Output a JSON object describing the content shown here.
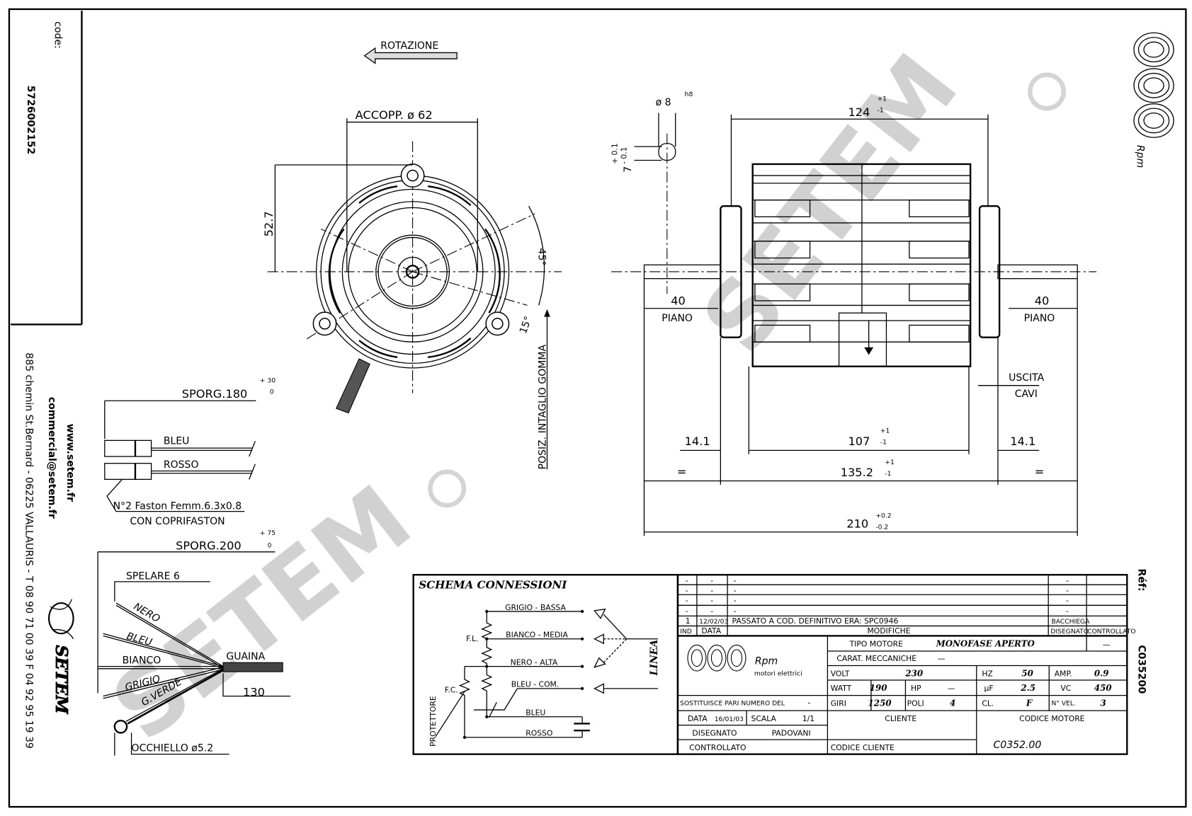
{
  "sidebar": {
    "code_label": "code:",
    "code": "5726002152",
    "website": "www.setem.fr",
    "email": "commercial@setem.fr",
    "address": "885 chemin St.Bernard - 06225 VALLAURIS - T 08 90 71 00 39  F 04 92 95 19 39",
    "brand": "SETEM"
  },
  "right": {
    "logo": "Rpm",
    "ref_label": "Réf:",
    "ref": "C035200"
  },
  "watermark": "SETEM",
  "front_view": {
    "rotation": "ROTAZIONE",
    "coupling": "ACCOPP. ø 62",
    "height": "52.7",
    "angle_1": "45°",
    "angle_2": "15°",
    "notch": "POSIZ. INTAGLIO GOMMA"
  },
  "side_view": {
    "shaft_dia": "ø 8",
    "shaft_tol": "h8",
    "flat": "7",
    "flat_tol_plus": "+ 0.1",
    "flat_tol_minus": "- 0.1",
    "length_124": "124",
    "tol_p1": "+1",
    "tol_m1": "-1",
    "piano_value": "40",
    "piano_label": "PIANO",
    "cable_exit_1": "USCITA",
    "cable_exit_2": "CAVI",
    "d_14_1": "14.1",
    "d_107": "107",
    "d_135_2": "135.2",
    "equal": "=",
    "d_210": "210",
    "tol_p02": "+0.2",
    "tol_m02": "-0.2"
  },
  "wiring": {
    "sporg_180": "SPORG.180",
    "tol_180_plus": "+ 30",
    "tol_180_minus": "0",
    "wire_bleu": "BLEU",
    "wire_rosso": "ROSSO",
    "faston_1": "N°2 Faston Femm.6.3x0.8",
    "faston_2": "CON COPRIFASTON",
    "sporg_200": "SPORG.200",
    "tol_200_plus": "+ 75",
    "tol_200_minus": "0",
    "strip": "SPELARE 6",
    "wire_nero": "NERO",
    "wire_bleu2": "BLEU",
    "wire_bianco": "BIANCO",
    "wire_grigio": "GRIGIO",
    "wire_gverde": "G.VERDE",
    "sheath": "GUAINA",
    "sheath_len": "130",
    "eyelet": "OCCHIELLO ø5.2"
  },
  "schema": {
    "title": "SCHEMA CONNESSIONI",
    "l_grigio": "GRIGIO - BASSA",
    "l_bianco": "BIANCO - MEDIA",
    "l_nero": "NERO - ALTA",
    "l_bleu_com": "BLEU - COM.",
    "l_bleu": "BLEU",
    "l_rosso": "ROSSO",
    "fl": "F.L.",
    "fc": "F.C.",
    "protector": "PROTETTORE",
    "line": "LINEA"
  },
  "title_block": {
    "mods": [
      {
        "ind": "-",
        "data": "-",
        "desc": "-",
        "dis": "-",
        "ctrl": ""
      },
      {
        "ind": "-",
        "data": "-",
        "desc": "-",
        "dis": "-",
        "ctrl": ""
      },
      {
        "ind": "-",
        "data": "-",
        "desc": "-",
        "dis": "-",
        "ctrl": ""
      },
      {
        "ind": "-",
        "data": "-",
        "desc": "-",
        "dis": "-",
        "ctrl": ""
      },
      {
        "ind": "1",
        "data": "12/02/03",
        "desc": "PASSATO A COD. DEFINITIVO ERA: SPC0946",
        "dis": "BACCHIEGA",
        "ctrl": ""
      }
    ],
    "hdr_ind": "IND",
    "hdr_data": "DATA",
    "hdr_mod": "MODIFICHE",
    "hdr_dis": "DISEGNATO",
    "hdr_ctrl": "CONTROLLATO",
    "logo": "Rpm",
    "logo_sub": "motori elettrici",
    "tipo_label": "TIPO MOTORE",
    "tipo": "MONOFASE APERTO",
    "tipo_extra": "—",
    "carat_label": "CARAT. MECCANICHE",
    "carat": "—",
    "volt_label": "VOLT",
    "volt": "230",
    "hz_label": "HZ",
    "hz": "50",
    "amp_label": "AMP.",
    "amp": "0.9",
    "watt_label": "WATT",
    "watt": "190",
    "hp_label": "HP",
    "hp": "—",
    "uf_label": "µF",
    "uf": "2.5",
    "vc_label": "VC",
    "vc": "450",
    "giri_label": "GIRI",
    "giri": "1250",
    "poli_label": "POLI",
    "poli": "4",
    "cl_label": "CL.",
    "cl": "F",
    "vel_label": "N° VEL.",
    "vel": "3",
    "sost_label": "SOSTITUISCE PARI NUMERO DEL",
    "sost": "-",
    "data_label": "DATA",
    "data": "16/01/03",
    "scala_label": "SCALA",
    "scala": "1/1",
    "dis_label": "DISEGNATO",
    "dis": "PADOVANI",
    "ctrl_label": "CONTROLLATO",
    "cliente_label": "CLIENTE",
    "codice_cliente_label": "CODICE CLIENTE",
    "codice_motore_label": "CODICE MOTORE",
    "codice_motore": "C0352.00"
  }
}
